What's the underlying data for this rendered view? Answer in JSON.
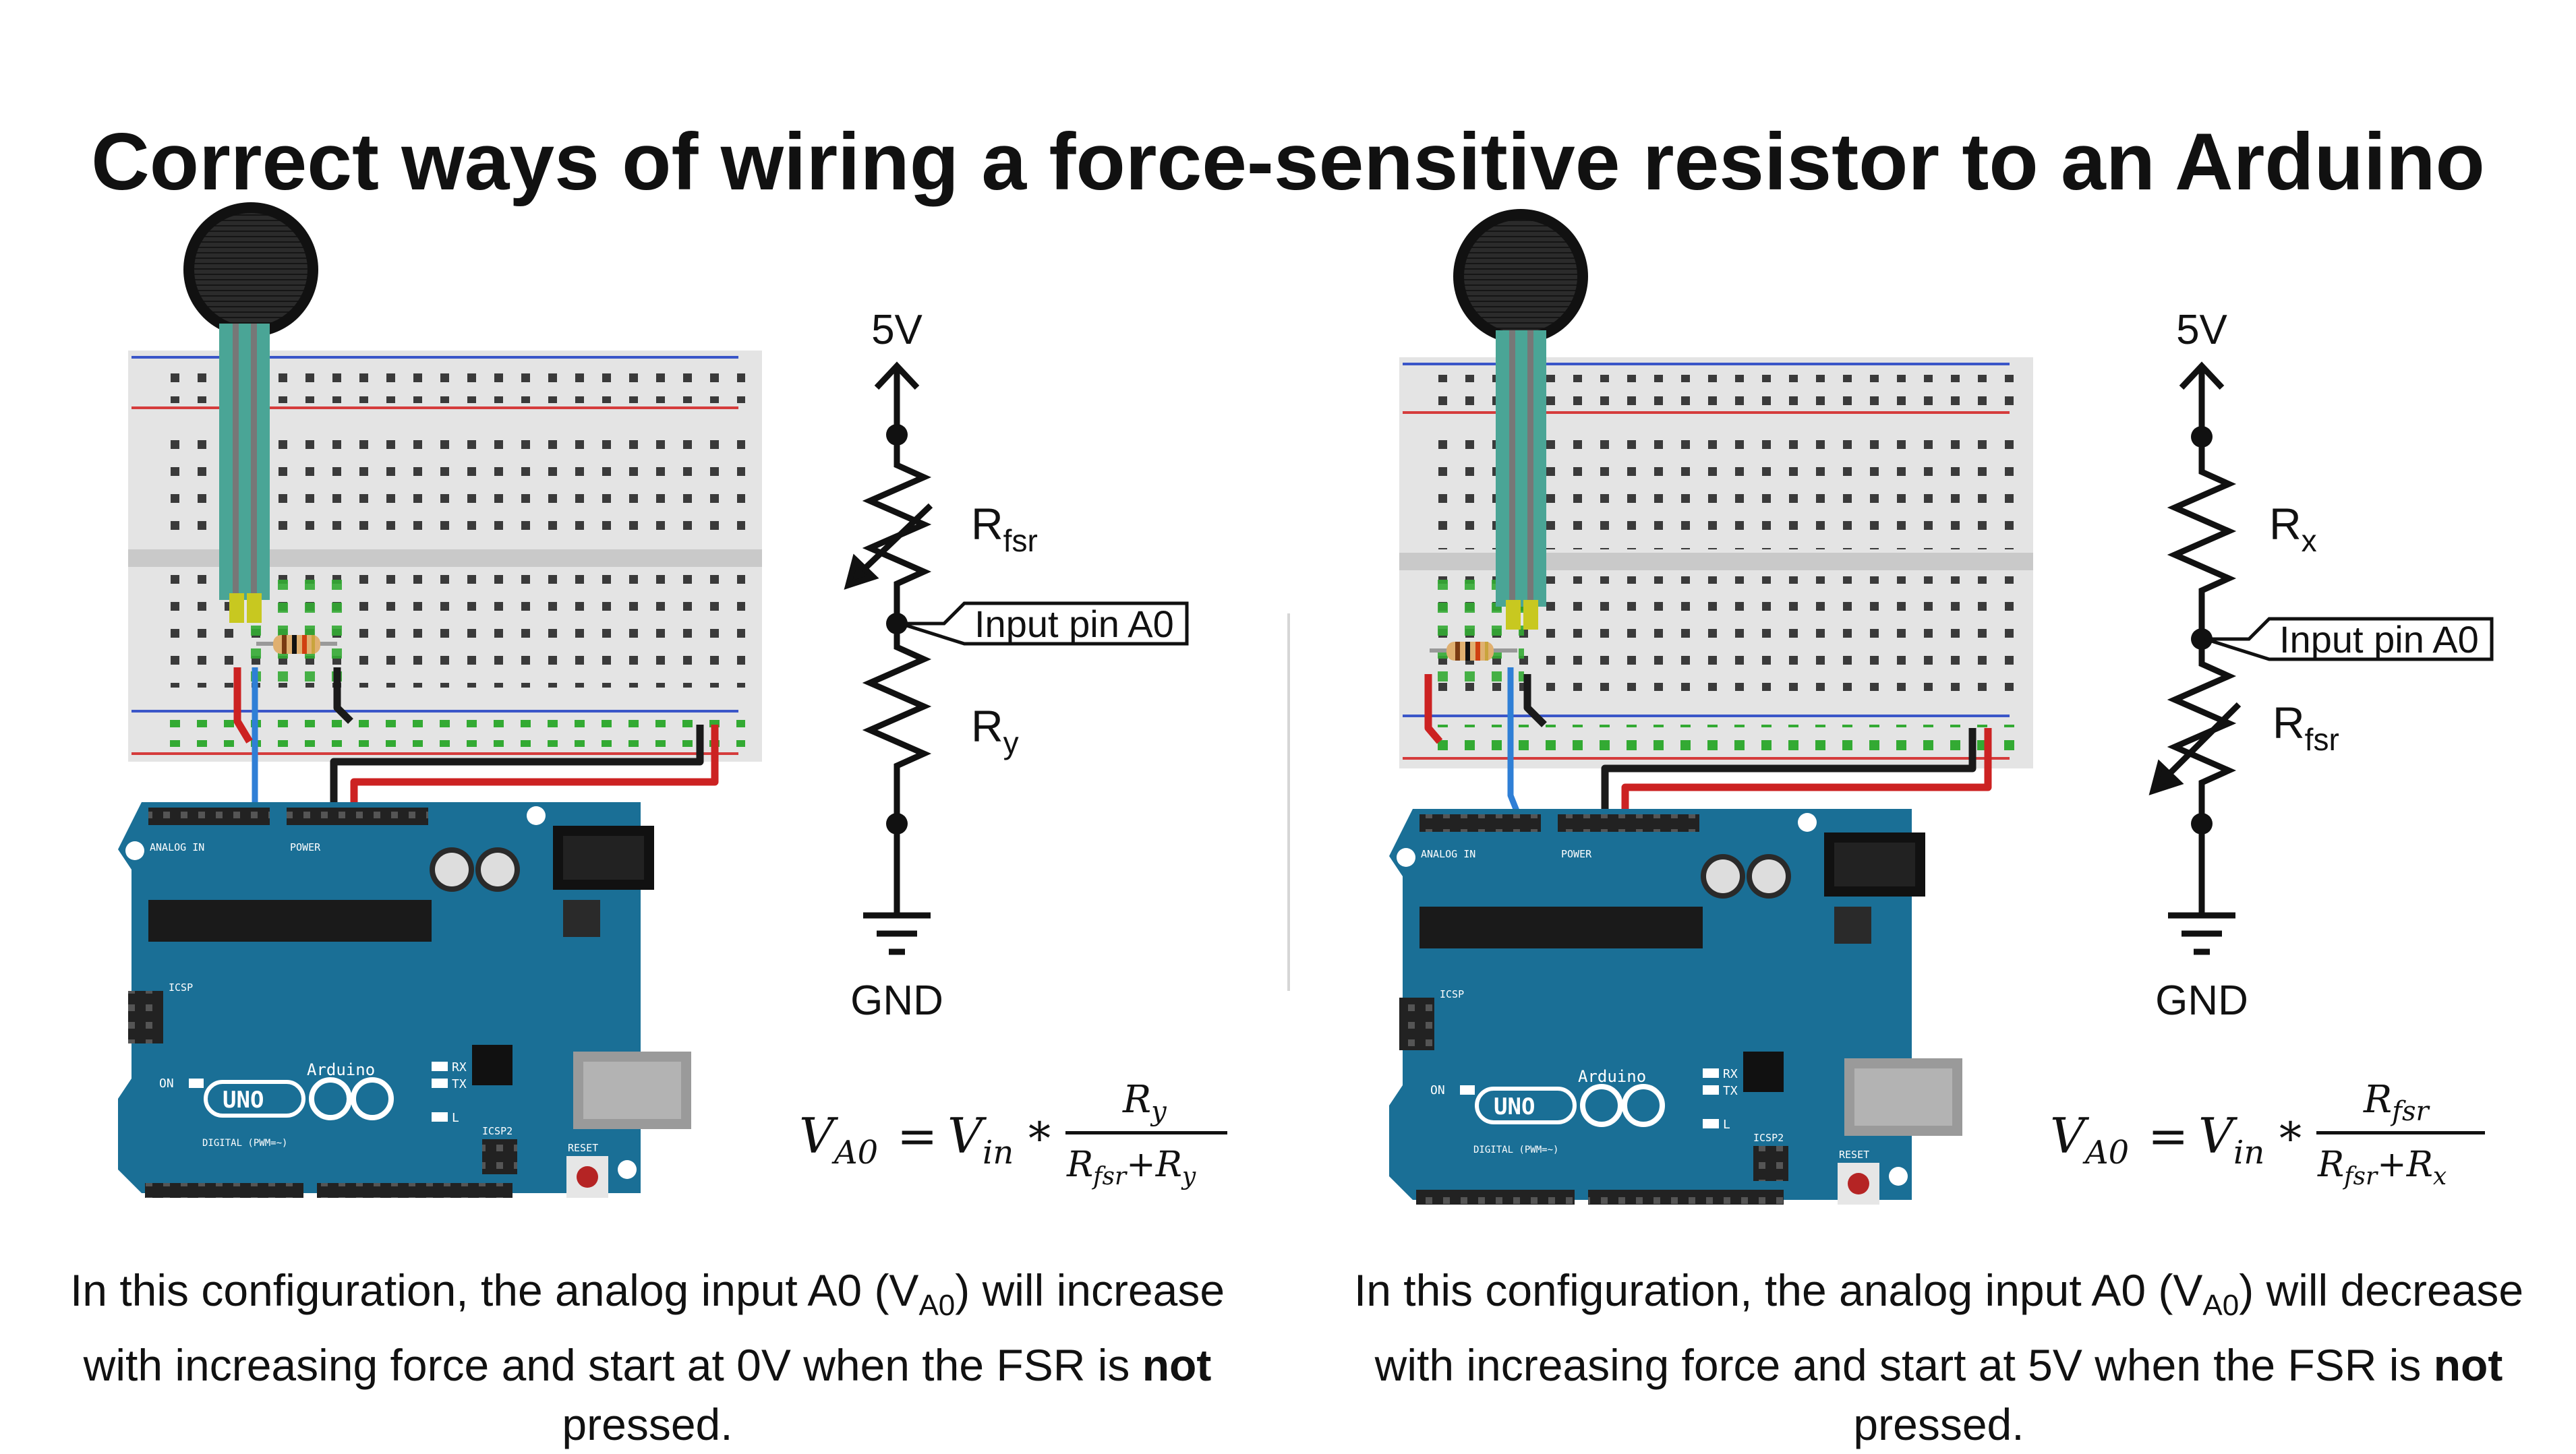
{
  "title": {
    "bold": "Correct",
    "rest": " ways of wiring a force-sensitive resistor to an Arduino"
  },
  "left": {
    "schematic": {
      "top_label": "5V",
      "upper_resistor": {
        "main": "R",
        "sub": "fsr",
        "variable": true
      },
      "tap_label": "Input pin A0",
      "lower_resistor": {
        "main": "R",
        "sub": "y",
        "variable": false
      },
      "bottom_label": "GND"
    },
    "formula": {
      "lhs_main": "V",
      "lhs_sub": "A0",
      "eq": "=",
      "vin_main": "V",
      "vin_sub": "in",
      "op": "*",
      "num_main": "R",
      "num_sub": "y",
      "den_a_main": "R",
      "den_a_sub": "fsr",
      "den_plus": "+",
      "den_b_main": "R",
      "den_b_sub": "y"
    },
    "caption": {
      "part1": "In this configuration, the analog input A0 (V",
      "sub": "A0",
      "part2": ") will increase with increasing force and start at 0V when the FSR is ",
      "bold": "not",
      "part3": " pressed."
    }
  },
  "right": {
    "schematic": {
      "top_label": "5V",
      "upper_resistor": {
        "main": "R",
        "sub": "x",
        "variable": false
      },
      "tap_label": "Input pin A0",
      "lower_resistor": {
        "main": "R",
        "sub": "fsr",
        "variable": true
      },
      "bottom_label": "GND"
    },
    "formula": {
      "lhs_main": "V",
      "lhs_sub": "A0",
      "eq": "=",
      "vin_main": "V",
      "vin_sub": "in",
      "op": "*",
      "num_main": "R",
      "num_sub": "fsr",
      "den_a_main": "R",
      "den_a_sub": "fsr",
      "den_plus": "+",
      "den_b_main": "R",
      "den_b_sub": "x"
    },
    "caption": {
      "part1": "In this configuration, the analog input A0 (V",
      "sub": "A0",
      "part2": ") will decrease with increasing force and start at 5V when the FSR is ",
      "bold": "not",
      "part3": " pressed."
    }
  },
  "board": {
    "brand": "Arduino",
    "model": "UNO",
    "analog_header": "ANALOG IN",
    "power_header": "POWER",
    "icsp_label": "ICSP",
    "icsp2_label": "ICSP2",
    "reset_label": "RESET",
    "digital_label": "DIGITAL (PWM=~)",
    "on_label": "ON",
    "tx_label": "TX",
    "rx_label": "RX",
    "l_label": "L"
  },
  "colors": {
    "board": "#1a6f96",
    "board_dark": "#145a7b",
    "wire_red": "#cc2222",
    "wire_black": "#1a1a1a",
    "wire_blue": "#2f7fd6",
    "fsr_tail": "#4aa596",
    "breadboard": "#e4e4e4",
    "rail_red": "#d53c3c",
    "rail_blue": "#3a56c8"
  }
}
